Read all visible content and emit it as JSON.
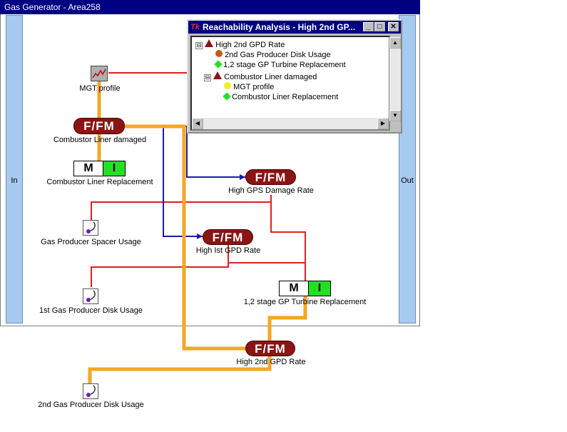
{
  "window": {
    "title": "Gas Generator - Area258"
  },
  "rails": {
    "left_label": "In",
    "right_label": "Out"
  },
  "nodes": {
    "mgt_profile": "MGT profile",
    "combustor_liner_damaged": {
      "symbol": "F/FM",
      "label": "Combustor Liner damaged"
    },
    "combustor_liner_replacement": {
      "m": "M",
      "i": "I",
      "label": "Combustor Liner Replacement"
    },
    "high_gps_damage_rate": {
      "symbol": "F/FM",
      "label": "High GPS Damage Rate"
    },
    "gas_producer_spacer_usage": "Gas Producer Spacer Usage",
    "high_1st_gpd_rate": {
      "symbol": "F/FM",
      "label": "High Ist GPD Rate"
    },
    "first_gas_producer_disk_usage": "1st Gas Producer Disk Usage",
    "gp_turbine_replacement": {
      "m": "M",
      "i": "I",
      "label": "1,2 stage GP Turbine Replacement"
    },
    "high_2nd_gpd_rate": {
      "symbol": "F/FM",
      "label": "High 2nd GPD Rate"
    },
    "second_gas_producer_disk_usage": "2nd Gas Producer Disk Usage"
  },
  "dialog": {
    "title": "Reachability Analysis - High 2nd GP...",
    "icon_text": "Tk",
    "buttons": {
      "minimize": "_",
      "maximize": "□",
      "close": "✕"
    },
    "tree": [
      {
        "label": "High 2nd GPD Rate",
        "icon": "triangle-icon",
        "expander": "⊟"
      },
      {
        "label": "2nd Gas Producer Disk Usage",
        "icon": "brown-circle-icon"
      },
      {
        "label": "1,2 stage GP Turbine Replacement",
        "icon": "green-diamond-icon"
      },
      {
        "label": "Combustor Liner damaged",
        "icon": "triangle-icon",
        "expander": "⊟"
      },
      {
        "label": "MGT profile",
        "icon": "yellow-circle-icon"
      },
      {
        "label": "Combustor Liner Replacement",
        "icon": "green-diamond-icon"
      }
    ]
  },
  "colors": {
    "title_bar": "#000080",
    "fault_node": "#8b1414",
    "orange_link": "#f5a623",
    "red_link": "#e02020",
    "blue_link": "#1a1ab0",
    "green": "#22e022"
  }
}
